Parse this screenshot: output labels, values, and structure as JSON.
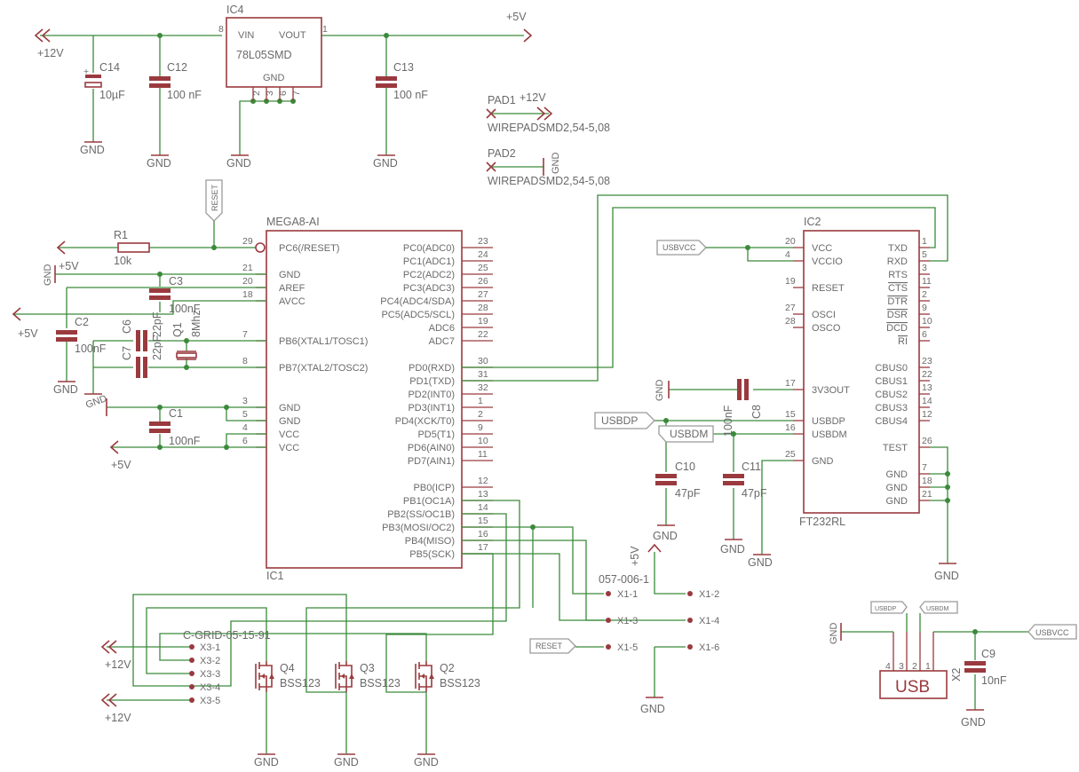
{
  "nets": {
    "v12": "+12V",
    "v5": "+5V",
    "gnd": "GND",
    "usbvcc": "USBVCC",
    "usbdp": "USBDP",
    "usbdm": "USBDM",
    "reset": "RESET"
  },
  "ic4": {
    "name": "IC4",
    "part": "78L05SMD",
    "vin": "VIN",
    "vout": "VOUT",
    "gnd": "GND",
    "pins": [
      "8",
      "1",
      "2",
      "3",
      "6",
      "7"
    ]
  },
  "caps": {
    "c14": {
      "name": "C14",
      "value": "10µF"
    },
    "c12": {
      "name": "C12",
      "value": "100 nF"
    },
    "c13": {
      "name": "C13",
      "value": "100 nF"
    },
    "c3": {
      "name": "C3",
      "value": "100nF"
    },
    "c2": {
      "name": "C2",
      "value": "100nF"
    },
    "c6": {
      "name": "C6",
      "value": "22pF"
    },
    "c7": {
      "name": "C7",
      "value": "22pF"
    },
    "c1": {
      "name": "C1",
      "value": "100nF"
    },
    "c8": {
      "name": "C8",
      "value": "100nF"
    },
    "c10": {
      "name": "C10",
      "value": "47pF"
    },
    "c11": {
      "name": "C11",
      "value": "47pF"
    },
    "c9": {
      "name": "C9",
      "value": "10nF"
    }
  },
  "pads": {
    "pad1": {
      "name": "PAD1",
      "part": "WIREPADSMD2,54-5,08"
    },
    "pad2": {
      "name": "PAD2",
      "part": "WIREPADSMD2,54-5,08"
    }
  },
  "r1": {
    "name": "R1",
    "value": "10k"
  },
  "q1": {
    "name": "Q1",
    "value": "8Mhz"
  },
  "ic1": {
    "name": "MEGA8-AI",
    "ref": "IC1",
    "left": [
      {
        "pin": "29",
        "label": "PC6(/RESET)"
      },
      {
        "pin": "21",
        "label": "GND"
      },
      {
        "pin": "20",
        "label": "AREF"
      },
      {
        "pin": "18",
        "label": "AVCC"
      },
      {
        "pin": "7",
        "label": "PB6(XTAL1/TOSC1)"
      },
      {
        "pin": "8",
        "label": "PB7(XTAL2/TOSC2)"
      },
      {
        "pin": "3",
        "label": "GND"
      },
      {
        "pin": "5",
        "label": "GND"
      },
      {
        "pin": "4",
        "label": "VCC"
      },
      {
        "pin": "6",
        "label": "VCC"
      }
    ],
    "right": [
      {
        "pin": "23",
        "label": "PC0(ADC0)"
      },
      {
        "pin": "24",
        "label": "PC1(ADC1)"
      },
      {
        "pin": "25",
        "label": "PC2(ADC2)"
      },
      {
        "pin": "26",
        "label": "PC3(ADC3)"
      },
      {
        "pin": "27",
        "label": "PC4(ADC4/SDA)"
      },
      {
        "pin": "28",
        "label": "PC5(ADC5/SCL)"
      },
      {
        "pin": "19",
        "label": "ADC6"
      },
      {
        "pin": "22",
        "label": "ADC7"
      },
      {
        "pin": "30",
        "label": "PD0(RXD)"
      },
      {
        "pin": "31",
        "label": "PD1(TXD)"
      },
      {
        "pin": "32",
        "label": "PD2(INT0)"
      },
      {
        "pin": "1",
        "label": "PD3(INT1)"
      },
      {
        "pin": "2",
        "label": "PD4(XCK/T0)"
      },
      {
        "pin": "9",
        "label": "PD5(T1)"
      },
      {
        "pin": "10",
        "label": "PD6(AIN0)"
      },
      {
        "pin": "11",
        "label": "PD7(AIN1)"
      },
      {
        "pin": "12",
        "label": "PB0(ICP)"
      },
      {
        "pin": "13",
        "label": "PB1(OC1A)"
      },
      {
        "pin": "14",
        "label": "PB2(SS/OC1B)"
      },
      {
        "pin": "15",
        "label": "PB3(MOSI/OC2)"
      },
      {
        "pin": "16",
        "label": "PB4(MISO)"
      },
      {
        "pin": "17",
        "label": "PB5(SCK)"
      }
    ]
  },
  "ic2": {
    "name": "IC2",
    "part": "FT232RL",
    "left": [
      {
        "pin": "20",
        "label": "VCC"
      },
      {
        "pin": "4",
        "label": "VCCIO"
      },
      {
        "pin": "19",
        "label": "RESET"
      },
      {
        "pin": "27",
        "label": "OSCI"
      },
      {
        "pin": "28",
        "label": "OSCO"
      },
      {
        "pin": "17",
        "label": "3V3OUT"
      },
      {
        "pin": "15",
        "label": "USBDP"
      },
      {
        "pin": "16",
        "label": "USBDM"
      },
      {
        "pin": "25",
        "label": "GND"
      }
    ],
    "right": [
      {
        "pin": "1",
        "label": "TXD"
      },
      {
        "pin": "5",
        "label": "RXD"
      },
      {
        "pin": "3",
        "label": "RTS"
      },
      {
        "pin": "11",
        "label": "CTS"
      },
      {
        "pin": "2",
        "label": "DTR"
      },
      {
        "pin": "9",
        "label": "DSR"
      },
      {
        "pin": "10",
        "label": "DCD"
      },
      {
        "pin": "6",
        "label": "RI"
      },
      {
        "pin": "23",
        "label": "CBUS0"
      },
      {
        "pin": "22",
        "label": "CBUS1"
      },
      {
        "pin": "13",
        "label": "CBUS2"
      },
      {
        "pin": "14",
        "label": "CBUS3"
      },
      {
        "pin": "12",
        "label": "CBUS4"
      },
      {
        "pin": "26",
        "label": "TEST"
      },
      {
        "pin": "7",
        "label": "GND"
      },
      {
        "pin": "18",
        "label": "GND"
      },
      {
        "pin": "21",
        "label": "GND"
      }
    ]
  },
  "x1": {
    "part": "057-006-1",
    "pins": [
      "X1-1",
      "X1-2",
      "X1-3",
      "X1-4",
      "X1-5",
      "X1-6"
    ]
  },
  "x3": {
    "part": "C-GRID-05-15-91",
    "pins": [
      "X3-1",
      "X3-2",
      "X3-3",
      "X3-4",
      "X3-5"
    ]
  },
  "q2": {
    "name": "Q2",
    "part": "BSS123"
  },
  "q3": {
    "name": "Q3",
    "part": "BSS123"
  },
  "q4": {
    "name": "Q4",
    "part": "BSS123"
  },
  "x2": {
    "name": "X2",
    "label": "USB",
    "pins": [
      "4",
      "3",
      "2",
      "1"
    ]
  }
}
